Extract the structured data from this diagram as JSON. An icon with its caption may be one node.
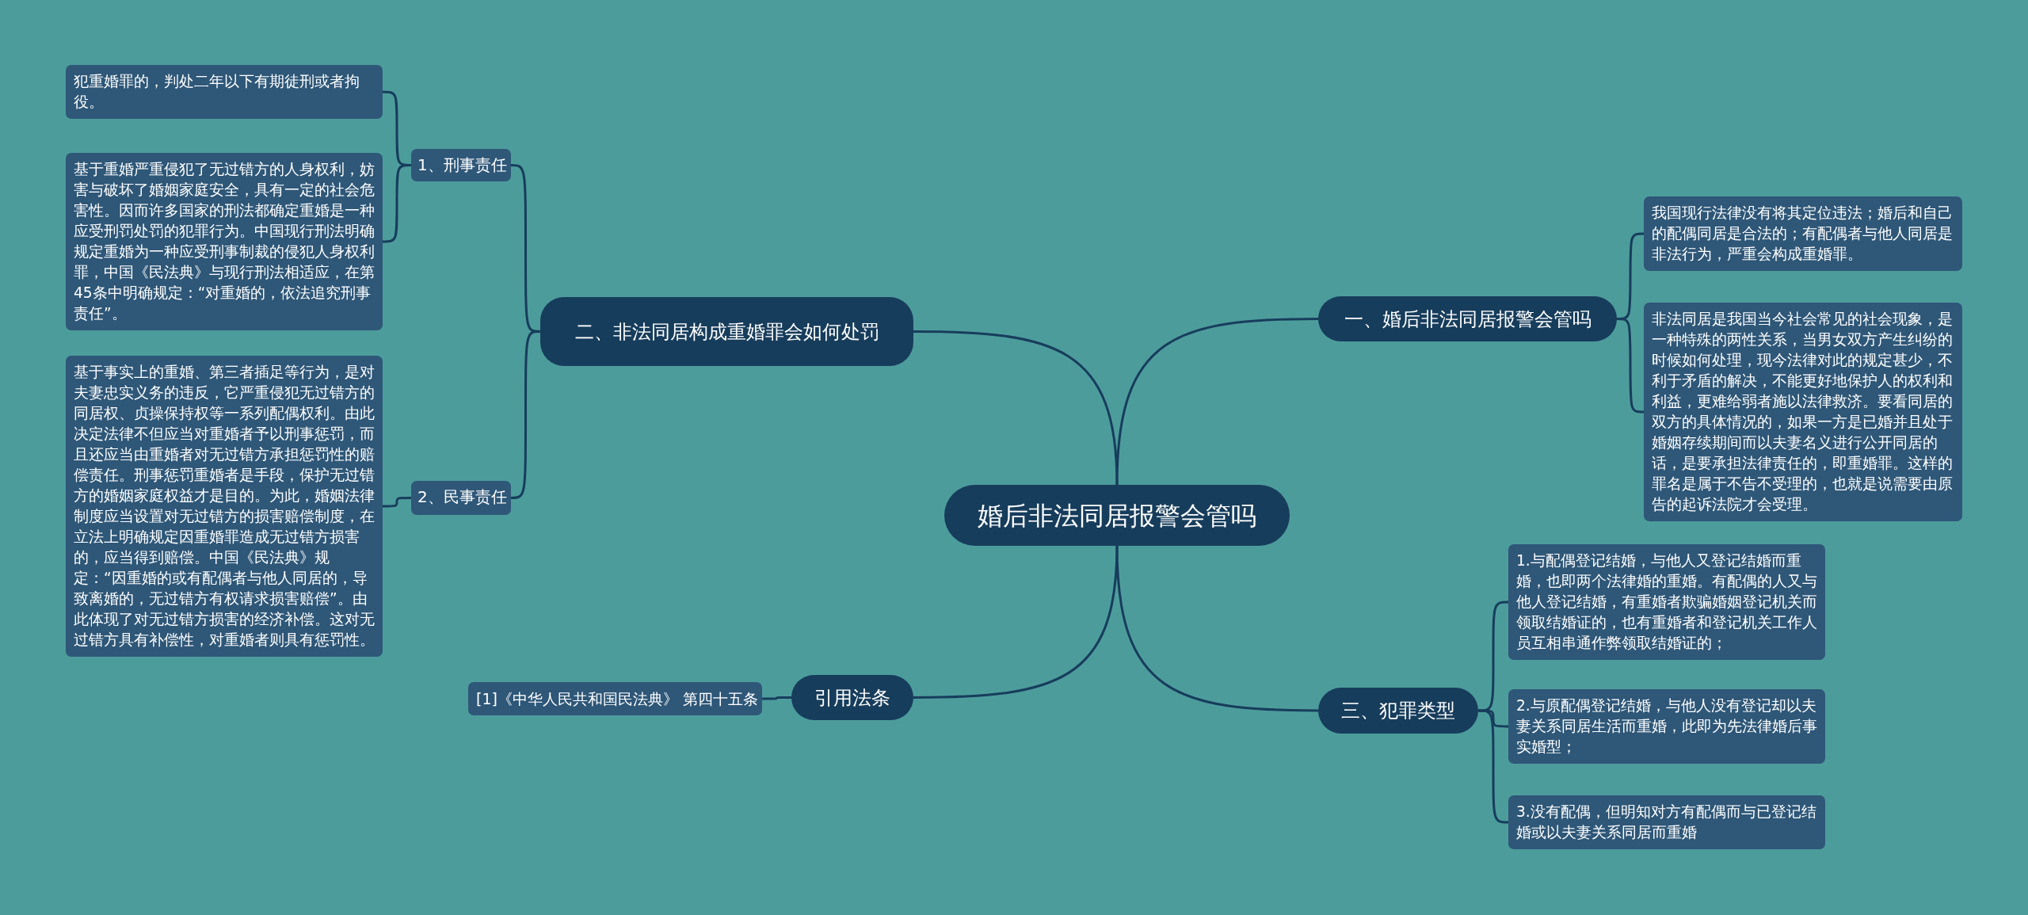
{
  "diagram": {
    "nodes": [
      {
        "text": [
          "婚后非法同居报警会管吗"
        ]
      },
      {
        "text": [
          "一、婚后非法同居报警会管吗"
        ]
      },
      {
        "text": [
          "我国现行法律没有将其定位违法；婚后和自己的配偶同居是合法的；有配偶者与他人同居是非法行为，严重会构成重婚罪。"
        ]
      },
      {
        "text": [
          "非法同居是我国当今社会常见的社会现象，是一种特殊的两性关系，当男女双方产生纠纷的时候如何处理，现今法律对此的规定甚少，不利于矛盾的解决，不能更好地保护人的权利和利益，更难给弱者施以法律救济。要看同居的双方的具体情况的，如果一方是已婚并且处于婚姻存续期间而以夫妻名义进行公开同居的话，是要承担法律责任的，即重婚罪。这样的罪名是属于不告不受理的，也就是说需要由原告的起诉法院才会受理。"
        ]
      },
      {
        "text": [
          "三、犯罪类型"
        ]
      },
      {
        "text": [
          "1.与配偶登记结婚，与他人又登记结婚而重婚，也即两个法律婚的重婚。有配偶的人又与他人登记结婚，有重婚者欺骗婚姻登记机关而领取结婚证的，也有重婚者和登记机关工作人员互相串通作弊领取结婚证的；"
        ]
      },
      {
        "text": [
          "2.与原配偶登记结婚，与他人没有登记却以夫妻关系同居生活而重婚，此即为先法律婚后事实婚型；"
        ]
      },
      {
        "text": [
          "3.没有配偶，但明知对方有配偶而与已登记结婚或以夫妻关系同居而重婚"
        ]
      },
      {
        "text": [
          "二、非法同居构成重婚罪会如何处罚"
        ]
      },
      {
        "text": [
          "1、刑事责任"
        ]
      },
      {
        "text": [
          "犯重婚罪的，判处二年以下有期徒刑或者拘役。"
        ]
      },
      {
        "text": [
          "基于重婚严重侵犯了无过错方的人身权利，妨害与破坏了婚姻家庭安全，具有一定的社会危害性。因而许多国家的刑法都确定重婚是一种应受刑罚处罚的犯罪行为。中国现行刑法明确规定重婚为一种应受刑事制裁的侵犯人身权利罪，中国《民法典》与现行刑法相适应，在第45条中明确规定：“对重婚的，依法追究刑事责任”。"
        ]
      },
      {
        "text": [
          "2、民事责任"
        ]
      },
      {
        "text": [
          "基于事实上的重婚、第三者插足等行为，是对夫妻忠实义务的违反，它严重侵犯无过错方的同居权、贞操保持权等一系列配偶权利。由此决定法律不但应当对重婚者予以刑事惩罚，而且还应当由重婚者对无过错方承担惩罚性的赔偿责任。刑事惩罚重婚者是手段，保护无过错方的婚姻家庭权益才是目的。为此，婚姻法律制度应当设置对无过错方的损害赔偿制度，在立法上明确规定因重婚罪造成无过错方损害的，应当得到赔偿。中国《民法典》规定：“因重婚的或有配偶者与他人同居的，导致离婚的，无过错方有权请求损害赔偿”。由此体现了对无过错方损害的经济补偿。这对无过错方具有补偿性，对重婚者则具有惩罚性。"
        ]
      },
      {
        "text": [
          "引用法条"
        ]
      },
      {
        "text": [
          "[1]《中华人民共和国民法典》 第四十五条"
        ]
      }
    ],
    "edges": [
      {
        "from": 0,
        "to": 1,
        "arrow": "none"
      },
      {
        "from": 1,
        "to": 2,
        "arrow": "none"
      },
      {
        "from": 1,
        "to": 3,
        "arrow": "none"
      },
      {
        "from": 0,
        "to": 4,
        "arrow": "none"
      },
      {
        "from": 4,
        "to": 5,
        "arrow": "none"
      },
      {
        "from": 4,
        "to": 6,
        "arrow": "none"
      },
      {
        "from": 4,
        "to": 7,
        "arrow": "none"
      },
      {
        "from": 0,
        "to": 8,
        "arrow": "none"
      },
      {
        "from": 8,
        "to": 9,
        "arrow": "none"
      },
      {
        "from": 9,
        "to": 10,
        "arrow": "none"
      },
      {
        "from": 9,
        "to": 11,
        "arrow": "none"
      },
      {
        "from": 8,
        "to": 12,
        "arrow": "none"
      },
      {
        "from": 12,
        "to": 13,
        "arrow": "none"
      },
      {
        "from": 0,
        "to": 14,
        "arrow": "none"
      },
      {
        "from": 14,
        "to": 15,
        "arrow": "none"
      }
    ]
  }
}
